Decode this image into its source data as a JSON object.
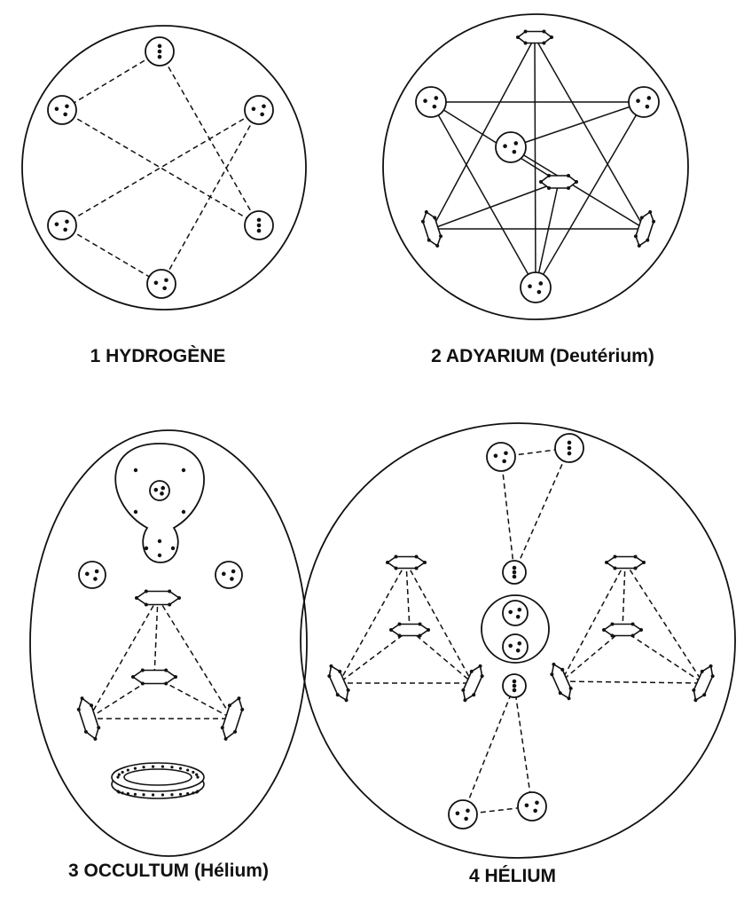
{
  "figures": [
    {
      "id": "hydrogene",
      "caption": "1 HYDROGÈNE"
    },
    {
      "id": "adyarium",
      "caption": "2 ADYARIUM (Deutérium)"
    },
    {
      "id": "occultum",
      "caption": "3 OCCULTUM (Hélium)"
    },
    {
      "id": "helium",
      "caption": "4 HÉLIUM"
    }
  ],
  "colors": {
    "ink": "#111111",
    "background": "#ffffff"
  }
}
